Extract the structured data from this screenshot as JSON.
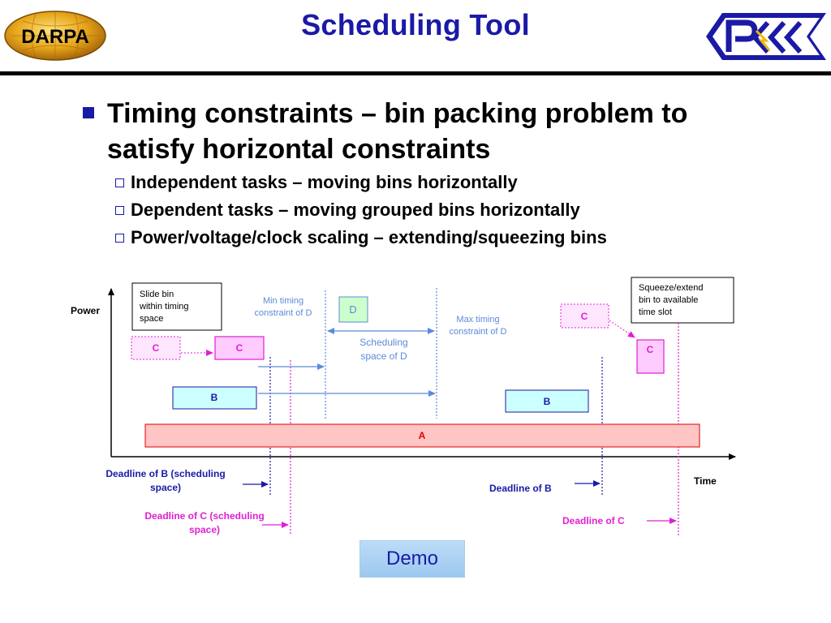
{
  "slide": {
    "title": "Scheduling Tool",
    "logo_left": "DARPA",
    "logo_right": "PACC"
  },
  "bullets": {
    "main": "Timing constraints – bin packing problem to satisfy horizontal constraints",
    "subs": [
      "Independent tasks – moving bins horizontally",
      "Dependent tasks – moving grouped bins horizontally",
      "Power/voltage/clock scaling – extending/squeezing bins"
    ]
  },
  "diagram": {
    "y_axis_label": "Power",
    "x_axis_label": "Time",
    "callout_slide": [
      "Slide bin",
      "within timing",
      "space"
    ],
    "callout_squeeze": [
      "Squeeze/extend",
      "bin to available",
      "time slot"
    ],
    "min_timing": [
      "Min timing",
      "constraint of D"
    ],
    "max_timing": [
      "Max timing",
      "constraint of D"
    ],
    "sched_space": [
      "Scheduling",
      "space of D"
    ],
    "bins": {
      "a": "A",
      "b_left": "B",
      "b_right": "B",
      "c_ghost_left": "C",
      "c_left": "C",
      "c_ghost_right": "C",
      "c_right": "C",
      "d": "D"
    },
    "deadline_b_space": [
      "Deadline of B (scheduling",
      "space)"
    ],
    "deadline_c_space": [
      "Deadline of C (scheduling",
      "space)"
    ],
    "deadline_b": "Deadline of B",
    "deadline_c": "Deadline of C"
  },
  "demo_button": "Demo",
  "colors": {
    "blue": "#1a1aa6",
    "magenta": "#e020d0",
    "red": "#e00000",
    "a_fill": "#ffc4c4",
    "b_fill": "#ccffff",
    "c_fill": "#ffccff",
    "d_fill": "#ccffcc",
    "guide_blue": "#5b8bd9"
  }
}
